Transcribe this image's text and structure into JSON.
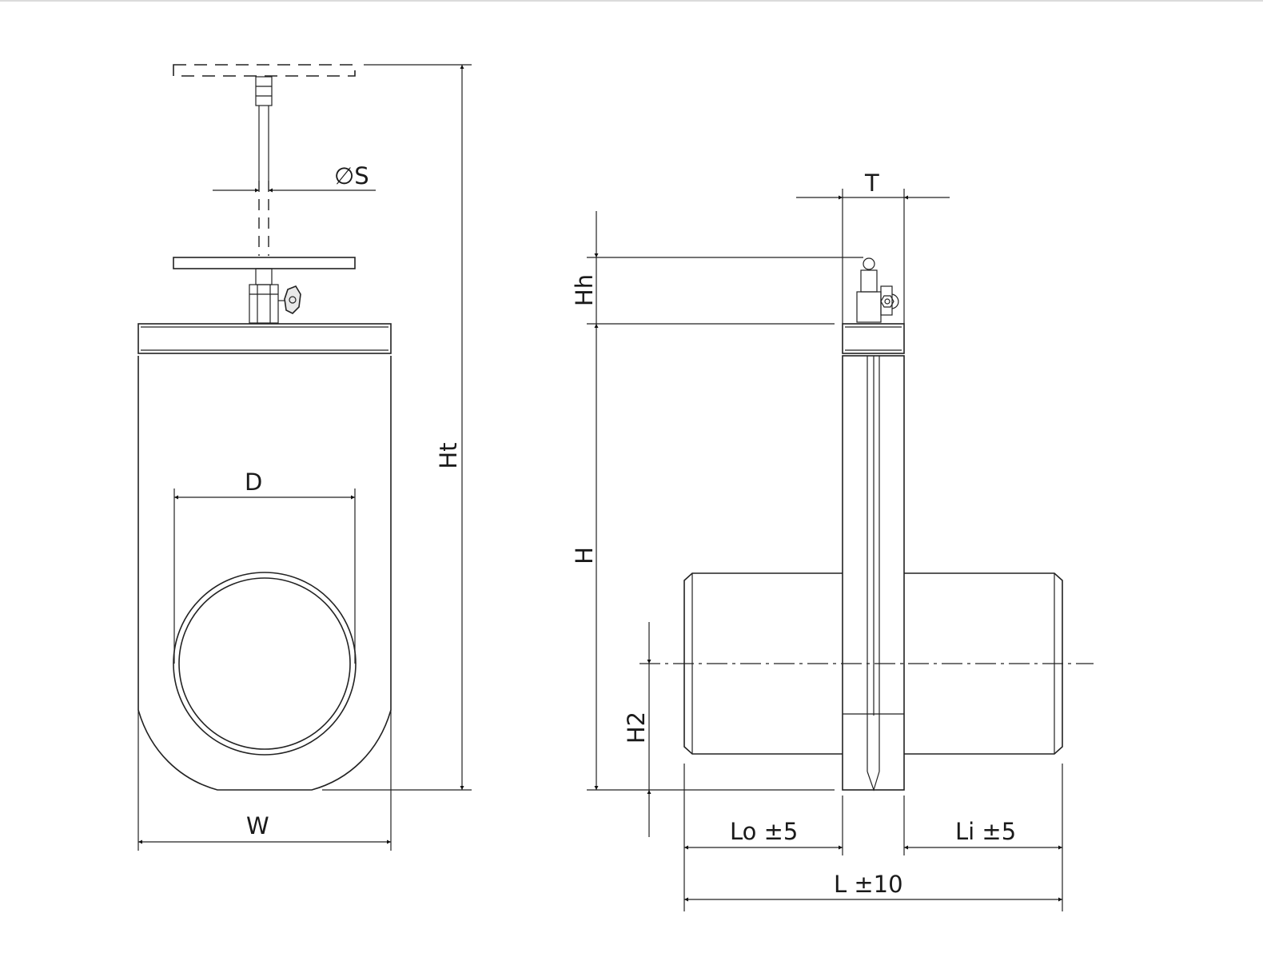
{
  "labels": {
    "phi_s": "∅S",
    "d": "D",
    "ht": "Ht",
    "w": "W",
    "t": "T",
    "hh": "Hh",
    "h": "H",
    "h2": "H2",
    "lo": "Lo ±5",
    "li": "Li ±5",
    "l": "L ±10"
  },
  "colors": {
    "line": "#222222",
    "background": "#ffffff"
  }
}
